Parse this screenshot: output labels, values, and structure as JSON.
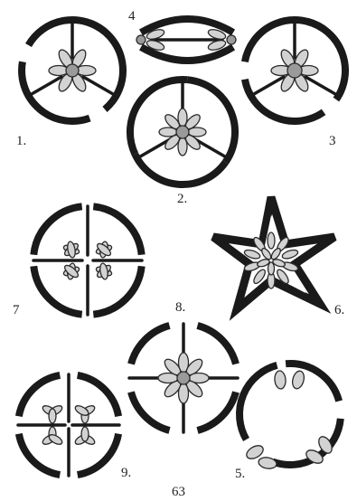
{
  "figure": {
    "labels": {
      "fig1": "1.",
      "fig2": "2.",
      "fig3": "3",
      "fig4": "4",
      "fig5": "5.",
      "fig6": "6.",
      "fig7": "7",
      "fig8": "8.",
      "fig9": "9.",
      "page": "63"
    }
  },
  "colors": {
    "ink": "#1a1a1a",
    "petal_fill": "#d2d2d2",
    "center_fill": "#9a9a9a",
    "background": "#ffffff"
  }
}
